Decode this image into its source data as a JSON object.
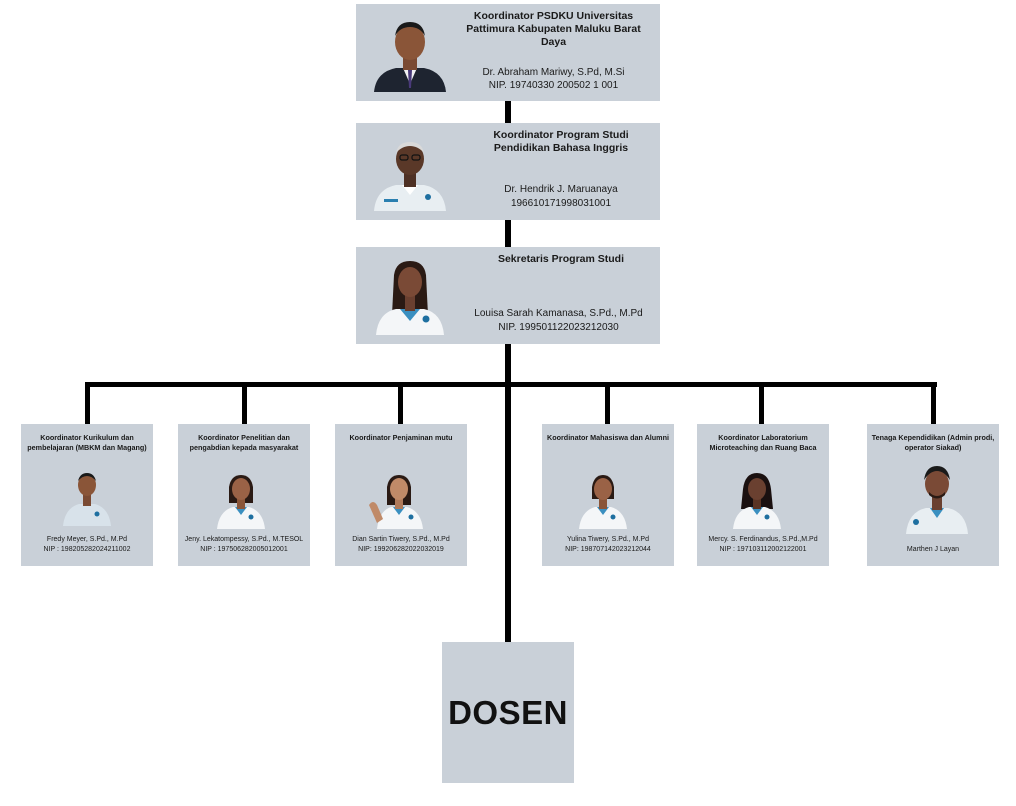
{
  "nodes": {
    "koordinator_psdku": {
      "title": "Koordinator PSDKU Universitas Pattimura Kabupaten Maluku Barat Daya",
      "name": "Dr. Abraham Mariwy, S.Pd, M.Si",
      "id": "NIP. 19740330 200502 1 001"
    },
    "koordinator_prodi": {
      "title": "Koordinator Program Studi Pendidikan Bahasa Inggris",
      "name": "Dr. Hendrik J. Maruanaya",
      "id": "196610171998031001"
    },
    "sekretaris": {
      "title": "Sekretaris Program Studi",
      "name": "Louisa Sarah Kamanasa, S.Pd., M.Pd",
      "id": "NIP. 199501122023212030"
    },
    "units": [
      {
        "title": "Koordinator Kurikulum dan pembelajaran (MBKM dan Magang)",
        "name": "Fredy Meyer, S.Pd., M.Pd",
        "id": "NIP : 198205282024211002"
      },
      {
        "title": "Koordinator Penelitian dan pengabdian kepada masyarakat",
        "name": "Jeny. Lekatompessy, S.Pd., M.TESOL",
        "id": "NIP : 197506282005012001"
      },
      {
        "title": "Koordinator Penjaminan mutu",
        "name": "Dian Sartin Tiwery, S.Pd., M.Pd",
        "id": "NIP: 199206282022032019"
      },
      {
        "title": "Koordinator Mahasiswa dan Alumni",
        "name": "Yulina Tiwery, S.Pd., M.Pd",
        "id": "NIP: 198707142023212044"
      },
      {
        "title": "Koordinator Laboratorium Microteaching dan Ruang Baca",
        "name": "Mercy. S. Ferdinandus, S.Pd.,M.Pd",
        "id": "NIP : 197103112002122001"
      },
      {
        "title": "Tenaga Kependidikan (Admin prodi, operator Siakad)",
        "name": "Marthen J Layan",
        "id": ""
      }
    ],
    "dosen": {
      "label": "DOSEN"
    }
  },
  "colors": {
    "box": "#c9d0d8",
    "connector": "#000000"
  }
}
